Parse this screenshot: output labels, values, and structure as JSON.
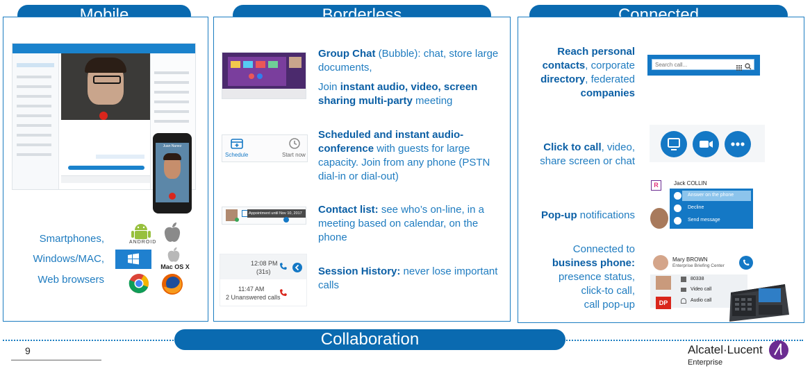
{
  "headers": {
    "mobile": "Mobile",
    "borderless": "Borderless",
    "connected": "Connected",
    "collaboration": "Collaboration"
  },
  "mobile": {
    "devices": [
      "Smartphones,",
      "Windows/MAC,",
      "Web browsers"
    ],
    "os_labels": {
      "android": "ANDROID",
      "macos": "Mac OS X"
    },
    "app": {
      "caller_name": "Juan Nunez"
    }
  },
  "borderless": {
    "group_chat": {
      "bold1": "Group Chat",
      "text1": " (Bubble): chat, store large documents,",
      "text2a": "Join ",
      "bold2": "instant audio, video, screen sharing multi-party",
      "text2b": " meeting"
    },
    "schedule": {
      "schedule_label": "Schedule",
      "start_label": "Start now",
      "bold": "Scheduled and instant audio-conference",
      "text": " with guests for large capacity. Join from any phone (PSTN dial-in or dial-out)"
    },
    "contact": {
      "badge": "Appointment until Nov 10, 2017",
      "bold": "Contact list:",
      "text": " see who’s on-line, in a meeting based on calendar, on the phone"
    },
    "history": {
      "time1": "12:08 PM",
      "dur1": "(31s)",
      "time2": "11:47 AM",
      "unanswered": "2 Unanswered calls",
      "bold": "Session History:",
      "text": " never lose important calls"
    }
  },
  "connected": {
    "reach": {
      "b1": "Reach personal",
      "b2": "contacts",
      "t2": ", corporate",
      "b3": "directory",
      "t3": ", federated",
      "b4": "companies"
    },
    "search_placeholder": "Search call...",
    "click": {
      "bold": "Click to call",
      "text1": ", video,",
      "text2": "share screen or chat"
    },
    "popup": {
      "bold": "Pop-up",
      "text": " notifications",
      "caller": "Jack COLLIN",
      "answer": "Answer on the phone",
      "decline": "Decline",
      "send": "Send message"
    },
    "biz": {
      "line1": "Connected to",
      "bold": "business phone:",
      "line3": "presence status,",
      "line4": "click-to call,",
      "line5": "call pop-up",
      "name": "Mary BROWN",
      "org": "Enterprise Briefing Center",
      "ext": "80338",
      "video": "Video call",
      "audio": "Audio call",
      "avatar_initials": "DP"
    }
  },
  "footer": {
    "page_number": "9",
    "brand": "Alcatel·Lucent",
    "brand_sub": "Enterprise"
  },
  "colors": {
    "brand_blue": "#0a6ab0",
    "accent_purple": "#6b2c91",
    "alert_red": "#d9261c"
  }
}
